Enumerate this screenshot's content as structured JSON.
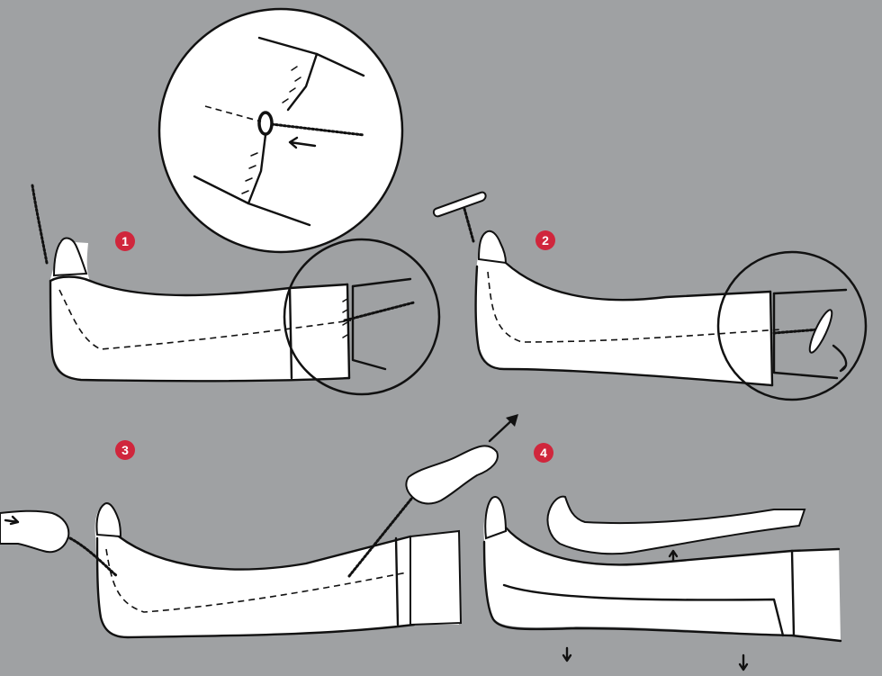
{
  "steps": [
    {
      "label": "1",
      "color": "#d0263c"
    },
    {
      "label": "2",
      "color": "#d0263c"
    },
    {
      "label": "3",
      "color": "#d0263c"
    },
    {
      "label": "4",
      "color": "#d0263c"
    }
  ],
  "colors": {
    "background": "#9fa1a3",
    "cast": "#ffffff",
    "ink": "#111111",
    "badge": "#d0263c"
  }
}
